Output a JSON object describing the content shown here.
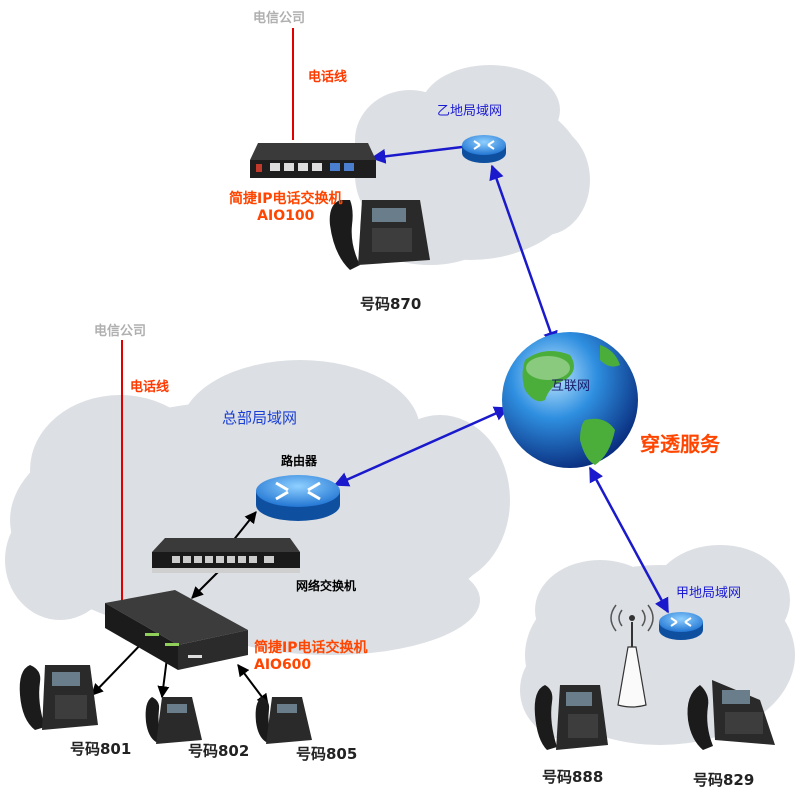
{
  "top": {
    "telecom": "电信公司",
    "phone_line": "电话线",
    "lan_name": "乙地局域网",
    "pbx_line1": "简捷IP电话交换机",
    "pbx_line2": "AIO100",
    "phone_number": "号码870"
  },
  "hq": {
    "telecom": "电信公司",
    "phone_line": "电话线",
    "lan_name": "总部局域网",
    "router": "路由器",
    "switch": "网络交换机",
    "pbx_line1": "简捷IP电话交换机",
    "pbx_line2": "AIO600",
    "phones": [
      "号码801",
      "号码802",
      "号码805"
    ]
  },
  "internet": {
    "label": "互联网",
    "service": "穿透服务"
  },
  "branch": {
    "lan_name": "甲地局域网",
    "phones": [
      "号码888",
      "号码829"
    ]
  },
  "colors": {
    "link_blue": "#1a1acc",
    "phone_line_red": "#e00000",
    "label_red": "#ff4500",
    "cloud_fill": "#dcdfe3"
  }
}
